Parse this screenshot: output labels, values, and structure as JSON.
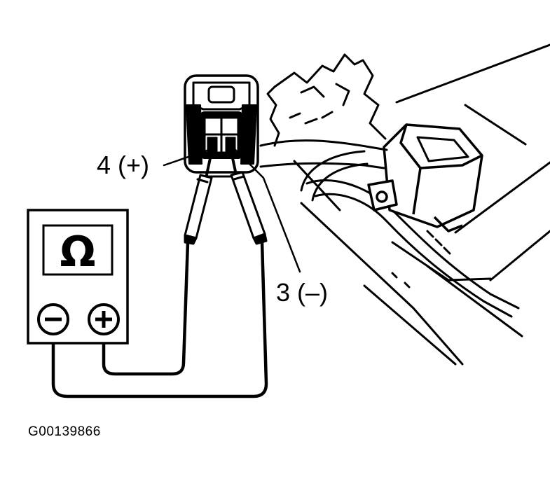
{
  "diagram": {
    "meter_symbol": "Ω",
    "label_positive_terminal": "4 (+)",
    "label_negative_terminal": "3 (–)",
    "figure_id": "G00139866"
  },
  "colors": {
    "ink": "#000000",
    "paper": "#ffffff"
  },
  "icons": {
    "meter": "ohmmeter-icon",
    "negative_jack": "minus-icon",
    "positive_jack": "plus-icon"
  }
}
